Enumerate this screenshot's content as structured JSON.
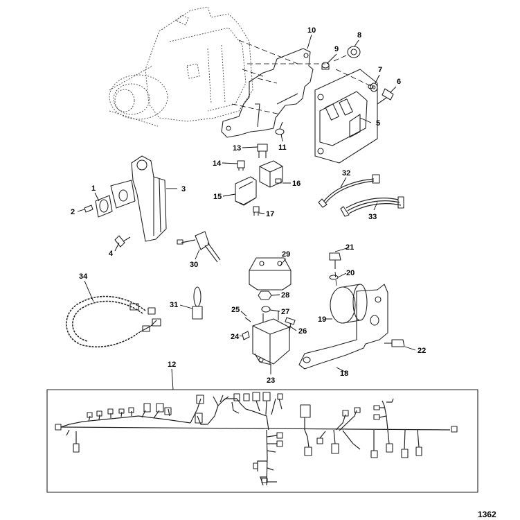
{
  "figure_number": "1362",
  "callouts": {
    "c1": "1",
    "c2": "2",
    "c3": "3",
    "c4": "4",
    "c5": "5",
    "c6": "6",
    "c7": "7",
    "c8": "8",
    "c9": "9",
    "c10": "10",
    "c11": "11",
    "c12": "12",
    "c13": "13",
    "c14": "14",
    "c15": "15",
    "c16": "16",
    "c17": "17",
    "c18": "18",
    "c19": "19",
    "c20": "20",
    "c21": "21",
    "c22": "22",
    "c23": "23",
    "c24": "24",
    "c25": "25",
    "c26": "26",
    "c27": "27",
    "c28": "28",
    "c29": "29",
    "c30": "30",
    "c31": "31",
    "c32": "32",
    "c33": "33",
    "c34": "34"
  }
}
